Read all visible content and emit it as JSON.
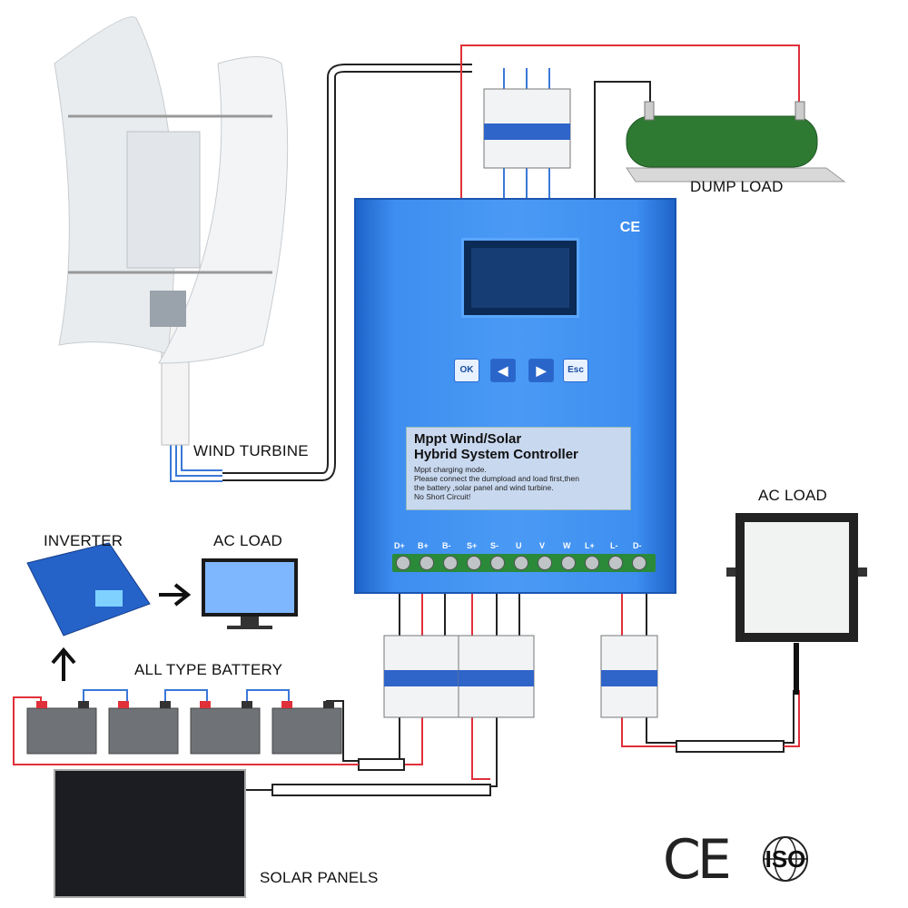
{
  "labels": {
    "wind_turbine": "WIND TURBINE",
    "dump_load": "DUMP LOAD",
    "inverter": "INVERTER",
    "ac_load_left": "AC LOAD",
    "ac_load_right": "AC LOAD",
    "battery": "ALL TYPE BATTERY",
    "solar_panels": "SOLAR PANELS"
  },
  "controller": {
    "ce_mark": "CE",
    "buttons": [
      "OK",
      "◀",
      "▶",
      "Esc"
    ],
    "title_line1": "Mppt Wind/Solar",
    "title_line2": "Hybrid System Controller",
    "notes": [
      "Mppt charging mode.",
      "Please connect the dumpload and load first,then",
      "the battery ,solar panel and wind turbine.",
      "No Short Circuit!"
    ],
    "terminals": [
      "D+",
      "B+",
      "B-",
      "S+",
      "S-",
      "U",
      "V",
      "W",
      "L+",
      "L-",
      "D-"
    ]
  },
  "certifications": {
    "ce": "CE",
    "iso": "ISO"
  },
  "colors": {
    "controller_blue": "#3d8ef0",
    "wire_red": "#e0303a",
    "wire_blue": "#3a78d8",
    "wire_black": "#222222",
    "terminal_green": "#2a8a3a"
  },
  "icons": {
    "arrow_right": "→",
    "arrow_up": "↑"
  }
}
